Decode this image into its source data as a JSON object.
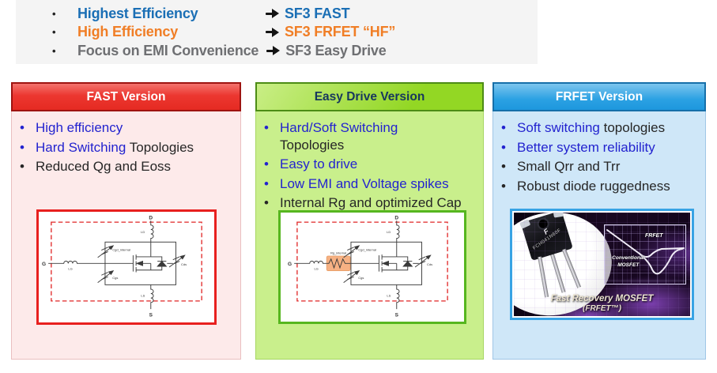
{
  "key_points": {
    "items": [
      {
        "label": "Highest Efficiency",
        "product": "SF3 FAST",
        "color": "#1b6fb5"
      },
      {
        "label": "High Efficiency",
        "product": "SF3 FRFET “HF”",
        "color": "#f07e26"
      },
      {
        "label": "Focus on EMI Convenience",
        "product": "SF3 Easy Drive",
        "color": "#6e6f72"
      }
    ]
  },
  "panels": {
    "fast": {
      "title": "FAST Version",
      "bullets": [
        {
          "highlight": "High efficiency",
          "rest": ""
        },
        {
          "highlight": "Hard Switching",
          "rest": " Topologies"
        },
        {
          "highlight": "",
          "rest": "Reduced Qg and Eoss"
        }
      ]
    },
    "easy": {
      "title": "Easy Drive Version",
      "bullets": [
        {
          "highlight": "Hard/Soft Switching",
          "rest": "\nTopologies"
        },
        {
          "highlight": "Easy to drive",
          "rest": ""
        },
        {
          "highlight": "Low EMI and Voltage spikes",
          "rest": ""
        },
        {
          "highlight": "",
          "rest": "Internal Rg and optimized Cap"
        }
      ]
    },
    "frfet": {
      "title": "FRFET Version",
      "bullets": [
        {
          "highlight": "Soft switching",
          "rest": " topologies"
        },
        {
          "highlight": "Better system reliability",
          "rest": ""
        },
        {
          "highlight": "",
          "rest": "Small Qrr and Trr"
        },
        {
          "highlight": "",
          "rest": "Robust diode ruggedness"
        }
      ],
      "image": {
        "logo": "F",
        "part_number": "FCH041N60F",
        "frfet_curve_label": "FRFET",
        "conventional_curve_label": "Conventional\nMOSFET",
        "caption_line1": "Fast Recovery MOSFET",
        "caption_line2": "(FRFET™)"
      }
    }
  },
  "circuit": {
    "terminals": {
      "drain": "D",
      "gate": "G",
      "source": "S"
    },
    "labels": {
      "ld": "LD",
      "lg": "LG",
      "ls": "LS",
      "cgd": "Cgd_internal",
      "cgs": "Cgs",
      "cds": "Cds",
      "rg": "Rg_internal"
    }
  },
  "colors": {
    "bullet_blue": "#2323cf",
    "fast_red": "#e8201f",
    "easy_green": "#56b61f",
    "frfet_blue": "#2ba1e3",
    "dashed_red": "#e02424"
  }
}
